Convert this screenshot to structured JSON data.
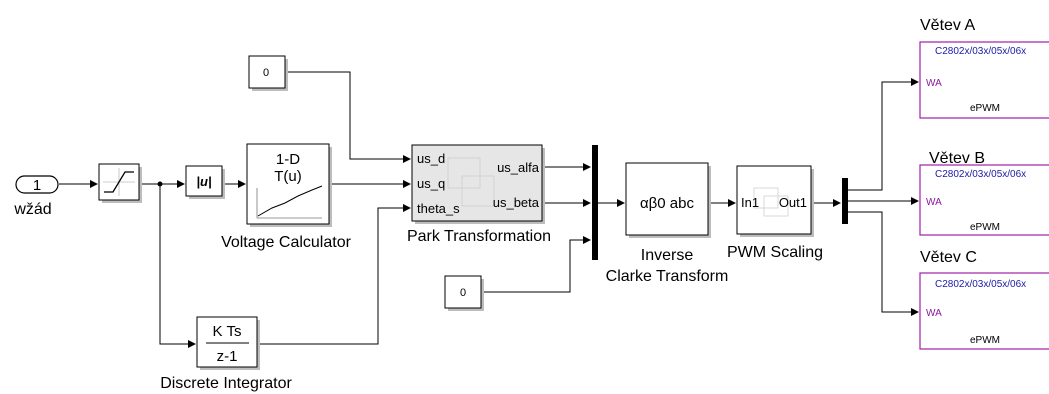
{
  "blocks": {
    "inport": {
      "number": "1",
      "label": "wžád"
    },
    "abs": {
      "label": "|u|"
    },
    "const_top": {
      "value": "0"
    },
    "lookup": {
      "title": "1-D",
      "func": "T(u)",
      "label": "Voltage Calculator"
    },
    "integrator": {
      "num": "K Ts",
      "den": "z-1",
      "label": "Discrete Integrator"
    },
    "park": {
      "in_ports": [
        "us_d",
        "us_q",
        "theta_s"
      ],
      "out_ports": [
        "us_alfa",
        "us_beta"
      ],
      "label": "Park Transformation"
    },
    "const_bottom": {
      "value": "0"
    },
    "clarke": {
      "text": "αβ0 abc",
      "label_line1": "Inverse",
      "label_line2": "Clarke Transform"
    },
    "pwm_scaling": {
      "in_port": "In1",
      "out_port": "Out1",
      "label": "PWM Scaling"
    },
    "epwm_blocks": [
      {
        "title": "Větev A",
        "device": "C2802x/03x/05x/06x",
        "port": "WA",
        "name": "ePWM"
      },
      {
        "title": "Větev B",
        "device": "C2802x/03x/05x/06x",
        "port": "WA",
        "name": "ePWM"
      },
      {
        "title": "Větev C",
        "device": "C2802x/03x/05x/06x",
        "port": "WA",
        "name": "ePWM"
      }
    ]
  },
  "colors": {
    "epwm_border": "#a01ea8",
    "epwm_device_text": "#1a1aa8",
    "epwm_port_text": "#8a1a9a",
    "block_shadow": "#bdbdbd",
    "park_fill": "#e6e6e6"
  }
}
